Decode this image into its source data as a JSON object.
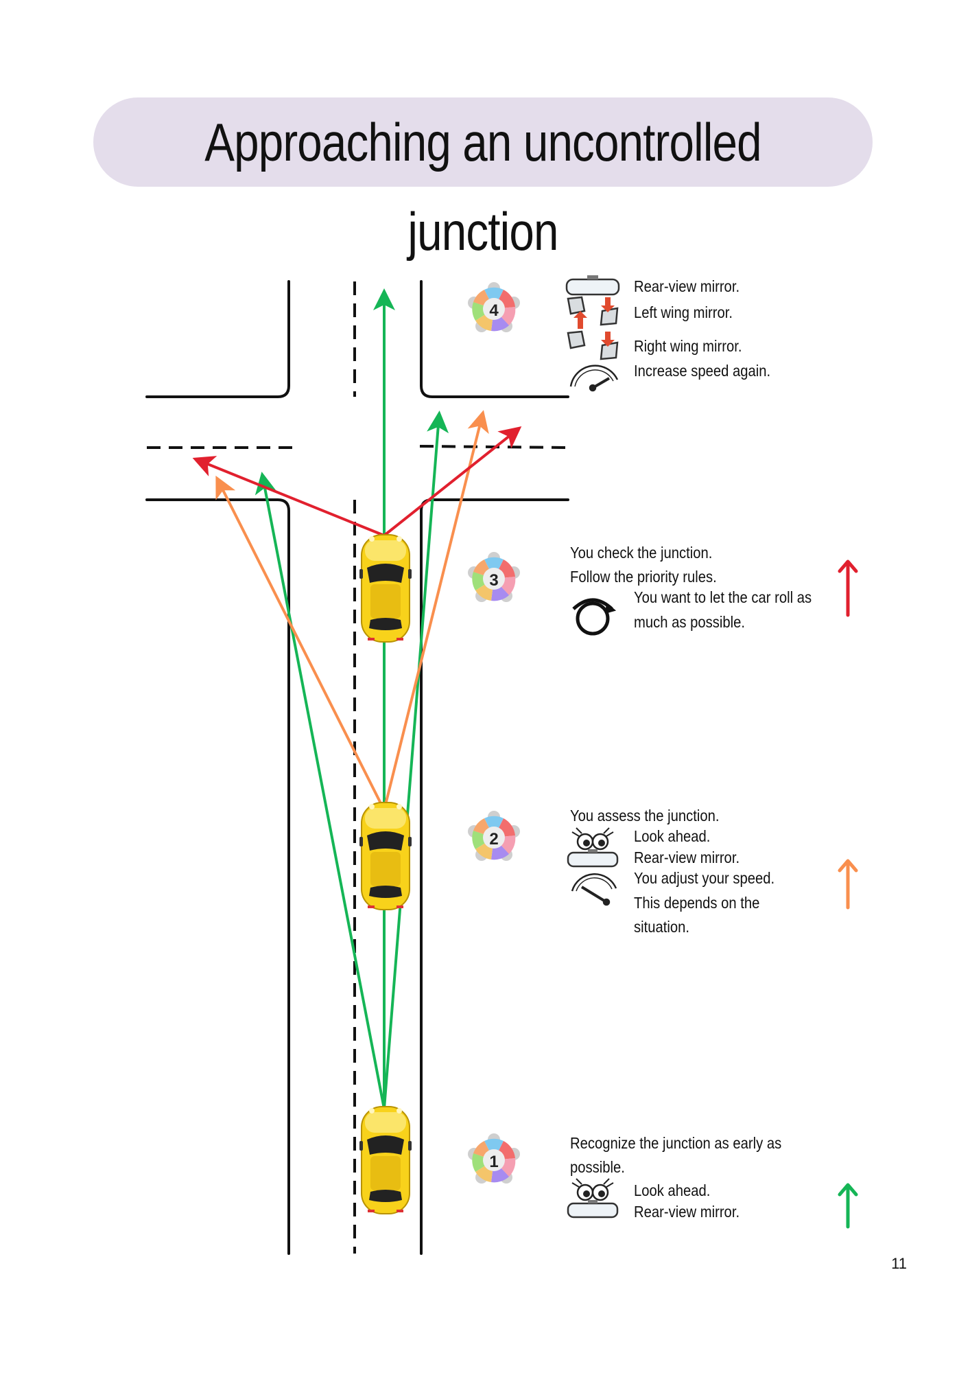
{
  "title": "Approaching an uncontrolled junction",
  "page_number": "11",
  "colors": {
    "green": "#15b556",
    "orange": "#f98f4e",
    "red": "#e1202e",
    "title_bg": "#e4ddeb",
    "car_yellow": "#f8d21b"
  },
  "steps": [
    {
      "number": "4",
      "lines": [
        {
          "icon": "rear-view-mirror-icon",
          "text": "Rear-view mirror."
        },
        {
          "icon": "left-wing-mirror-icon",
          "text": "Left wing mirror."
        },
        {
          "icon": "right-wing-mirror-icon",
          "text": "Right wing mirror."
        },
        {
          "icon": "speedometer-high-icon",
          "text": "Increase speed again."
        }
      ]
    },
    {
      "number": "3",
      "intro": [
        "You check the junction.",
        "Follow the priority rules."
      ],
      "lines": [
        {
          "icon": "roll-wheel-icon",
          "text": "You want to let the car roll as much as possible."
        }
      ],
      "arrow_color": "red"
    },
    {
      "number": "2",
      "intro": [
        "You assess the junction."
      ],
      "lines": [
        {
          "icon": "eyes-icon",
          "text": "Look ahead."
        },
        {
          "icon": "rear-view-mirror-icon",
          "text": "Rear-view mirror."
        },
        {
          "icon": "speedometer-low-icon",
          "text": "You adjust your speed. This depends on the situation."
        }
      ],
      "arrow_color": "orange"
    },
    {
      "number": "1",
      "intro": [
        "Recognize the junction as early as possible."
      ],
      "lines": [
        {
          "icon": "eyes-icon",
          "text": "Look ahead."
        },
        {
          "icon": "rear-view-mirror-icon",
          "text": "Rear-view mirror."
        }
      ],
      "arrow_color": "green"
    }
  ],
  "text": {
    "s4_rear": "Rear-view mirror.",
    "s4_left": "Left wing mirror.",
    "s4_right": "Right wing mirror.",
    "s4_speed": "Increase speed again.",
    "s3_check": "You check the junction.",
    "s3_follow": "Follow the priority rules.",
    "s3_roll_1": "You want to let the car roll as",
    "s3_roll_2": "much as possible.",
    "s2_assess": "You assess the junction.",
    "s2_look": "Look ahead.",
    "s2_rear": "Rear-view mirror.",
    "s2_adjust": "You adjust your speed.",
    "s2_depends_1": "This depends on the",
    "s2_depends_2": "situation.",
    "s1_recognize_1": "Recognize the junction as early as",
    "s1_recognize_2": "possible.",
    "s1_look": "Look ahead.",
    "s1_rear": "Rear-view mirror."
  }
}
